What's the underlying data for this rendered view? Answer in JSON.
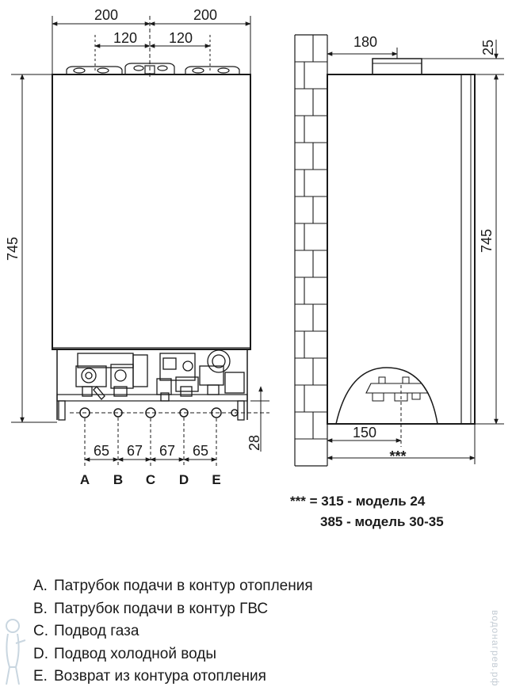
{
  "front": {
    "width_left": "200",
    "width_right": "200",
    "inner_left": "120",
    "inner_right": "120",
    "height": "745",
    "bottom_offset": "28",
    "spacing": [
      "65",
      "67",
      "67",
      "65"
    ],
    "connections": [
      "A",
      "B",
      "C",
      "D",
      "E"
    ]
  },
  "side": {
    "flue_offset": "180",
    "top_gap": "25",
    "height": "745",
    "bracket_offset": "150",
    "depth_marker": "***"
  },
  "note": {
    "line1": "*** = 315 - модель 24",
    "line2": "385 - модель 30-35"
  },
  "legend": [
    {
      "key": "A.",
      "text": "Патрубок подачи в контур отопления"
    },
    {
      "key": "B.",
      "text": "Патрубок подачи в контур ГВС"
    },
    {
      "key": "C.",
      "text": "Подвод газа"
    },
    {
      "key": "D.",
      "text": "Подвод холодной воды"
    },
    {
      "key": "E.",
      "text": "Возврат из контура отопления"
    }
  ],
  "watermark": "водонагрев.рф"
}
